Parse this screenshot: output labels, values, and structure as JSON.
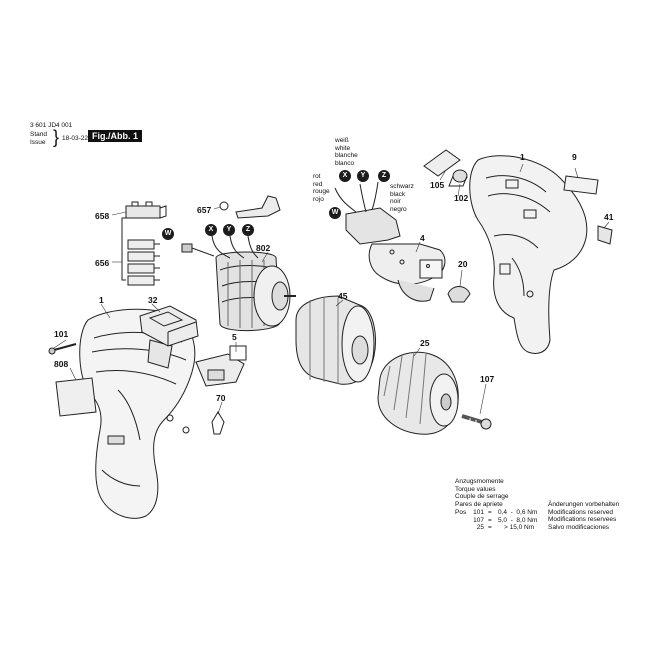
{
  "header": {
    "doc_number": "3 601 JD4 001",
    "stand_label": "Stand",
    "issue_label": "Issue",
    "issue_date": "18-03-22",
    "figure_label": "Fig./Abb. 1"
  },
  "parts": {
    "p1_housing_left": "1",
    "p1_housing_right": "1",
    "p4": "4",
    "p5": "5",
    "p9": "9",
    "p20": "20",
    "p25": "25",
    "p32": "32",
    "p41": "41",
    "p45": "45",
    "p70": "70",
    "p101": "101",
    "p102": "102",
    "p105": "105",
    "p107": "107",
    "p656": "656",
    "p657": "657",
    "p658": "658",
    "p802": "802",
    "p808": "808"
  },
  "wire_markers": {
    "w": "W",
    "x": "X",
    "y": "Y",
    "z": "Z"
  },
  "wire_colors": {
    "red": [
      "rot",
      "red",
      "rouge",
      "rojo"
    ],
    "white": [
      "weiß",
      "white",
      "blanche",
      "blanco"
    ],
    "black": [
      "schwarz",
      "black",
      "noir",
      "negro"
    ]
  },
  "torque": {
    "title_lines": [
      "Anzugsmomente",
      "Torque values",
      "Couple de serrage",
      "Pares de apriete"
    ],
    "pos_label": "Pos",
    "rows": [
      {
        "pos": "101",
        "eq": "=",
        "value": "0,4  -  0,6 Nm"
      },
      {
        "pos": "107",
        "eq": "=",
        "value": "5,0  -  8,0 Nm"
      },
      {
        "pos": "25",
        "eq": "=",
        "value": "> 15,0 Nm"
      }
    ]
  },
  "modifications": [
    "Änderungen vorbehalten",
    "Modifications reserved",
    "Modifications reservees",
    "Salvo modificaciones"
  ]
}
